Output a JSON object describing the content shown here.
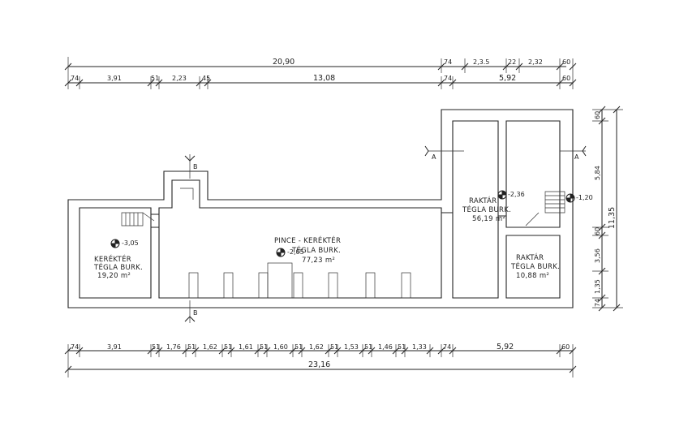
{
  "dims": {
    "top_overall": "20,90",
    "top_right": [
      "74",
      "2,3.5",
      "22",
      "2,32",
      "60"
    ],
    "top_detail": [
      "74",
      "3,91",
      "51",
      "2,23",
      "45",
      "13,08",
      "74",
      "5,92",
      "60"
    ],
    "bottom_detail": [
      "74",
      "3,91",
      "51",
      "1,76",
      "51",
      "1,62",
      "51",
      "1,61",
      "51",
      "1,60",
      "51",
      "1,62",
      "51",
      "1,53",
      "51",
      "1,46",
      "51",
      "1,33",
      "74",
      "5,92",
      "60"
    ],
    "bottom_overall": "23,16",
    "right_outer": "11,35",
    "right_inner": [
      "60",
      "5,84",
      "60",
      "3,56",
      "1,35",
      "74"
    ]
  },
  "rooms": [
    {
      "name": "KERÉKTÉR",
      "floor": "TÉGLA BURK.",
      "area": "19,20 m²",
      "level": "-3,05"
    },
    {
      "name": "PINCE - KERÉKTÉR",
      "floor": "TÉGLA BURK.",
      "area": "77,23 m²",
      "level": "-2,05"
    },
    {
      "name": "RAKTÁR",
      "floor": "TÉGLA BURK.",
      "area": "56,19 m²",
      "level": "-2,36"
    },
    {
      "name": "RAKTÁR",
      "floor": "TÉGLA BURK.",
      "area": "10,88 m²",
      "level": ""
    }
  ],
  "levels": {
    "stair_right": "-1,20"
  },
  "sections": {
    "a": "A",
    "b": "B"
  }
}
